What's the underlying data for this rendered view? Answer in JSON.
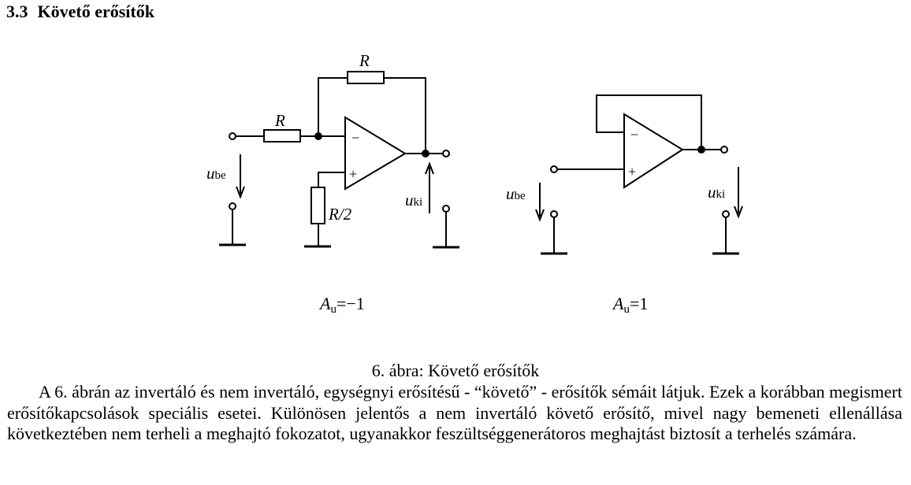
{
  "section": {
    "number": "3.3",
    "title": "Követő erősítők"
  },
  "figure": {
    "left_circuit": {
      "label_feedback_resistor": "R",
      "label_input_resistor": "R",
      "label_ground_resistor": "R/2",
      "label_input_voltage_main": "u",
      "label_input_voltage_sub": "be",
      "label_output_voltage_main": "u",
      "label_output_voltage_sub": "ki",
      "opamp_minus": "−",
      "opamp_plus": "+",
      "gain_main": "A",
      "gain_sub": "u",
      "gain_value": "=−1"
    },
    "right_circuit": {
      "label_input_voltage_main": "u",
      "label_input_voltage_sub": "be",
      "label_output_voltage_main": "u",
      "label_output_voltage_sub": "ki",
      "opamp_minus": "−",
      "opamp_plus": "+",
      "gain_main": "A",
      "gain_sub": "u",
      "gain_value": "=1"
    },
    "caption": "6. ábra:  Követő erősítők"
  },
  "body_text": "A 6. ábrán az invertáló és nem invertáló, egységnyi erősítésű - “követő” - erősítők sémáit látjuk.  Ezek a korábban megismert erősítőkapcsolások speciális esetei. Különösen jelentős a nem invertáló követő erősítő, mivel nagy bemeneti ellenállása következtében nem terheli a meghajtó fokozatot, ugyanakkor feszültséggenerátoros meghajtást biztosít a terhelés számára."
}
